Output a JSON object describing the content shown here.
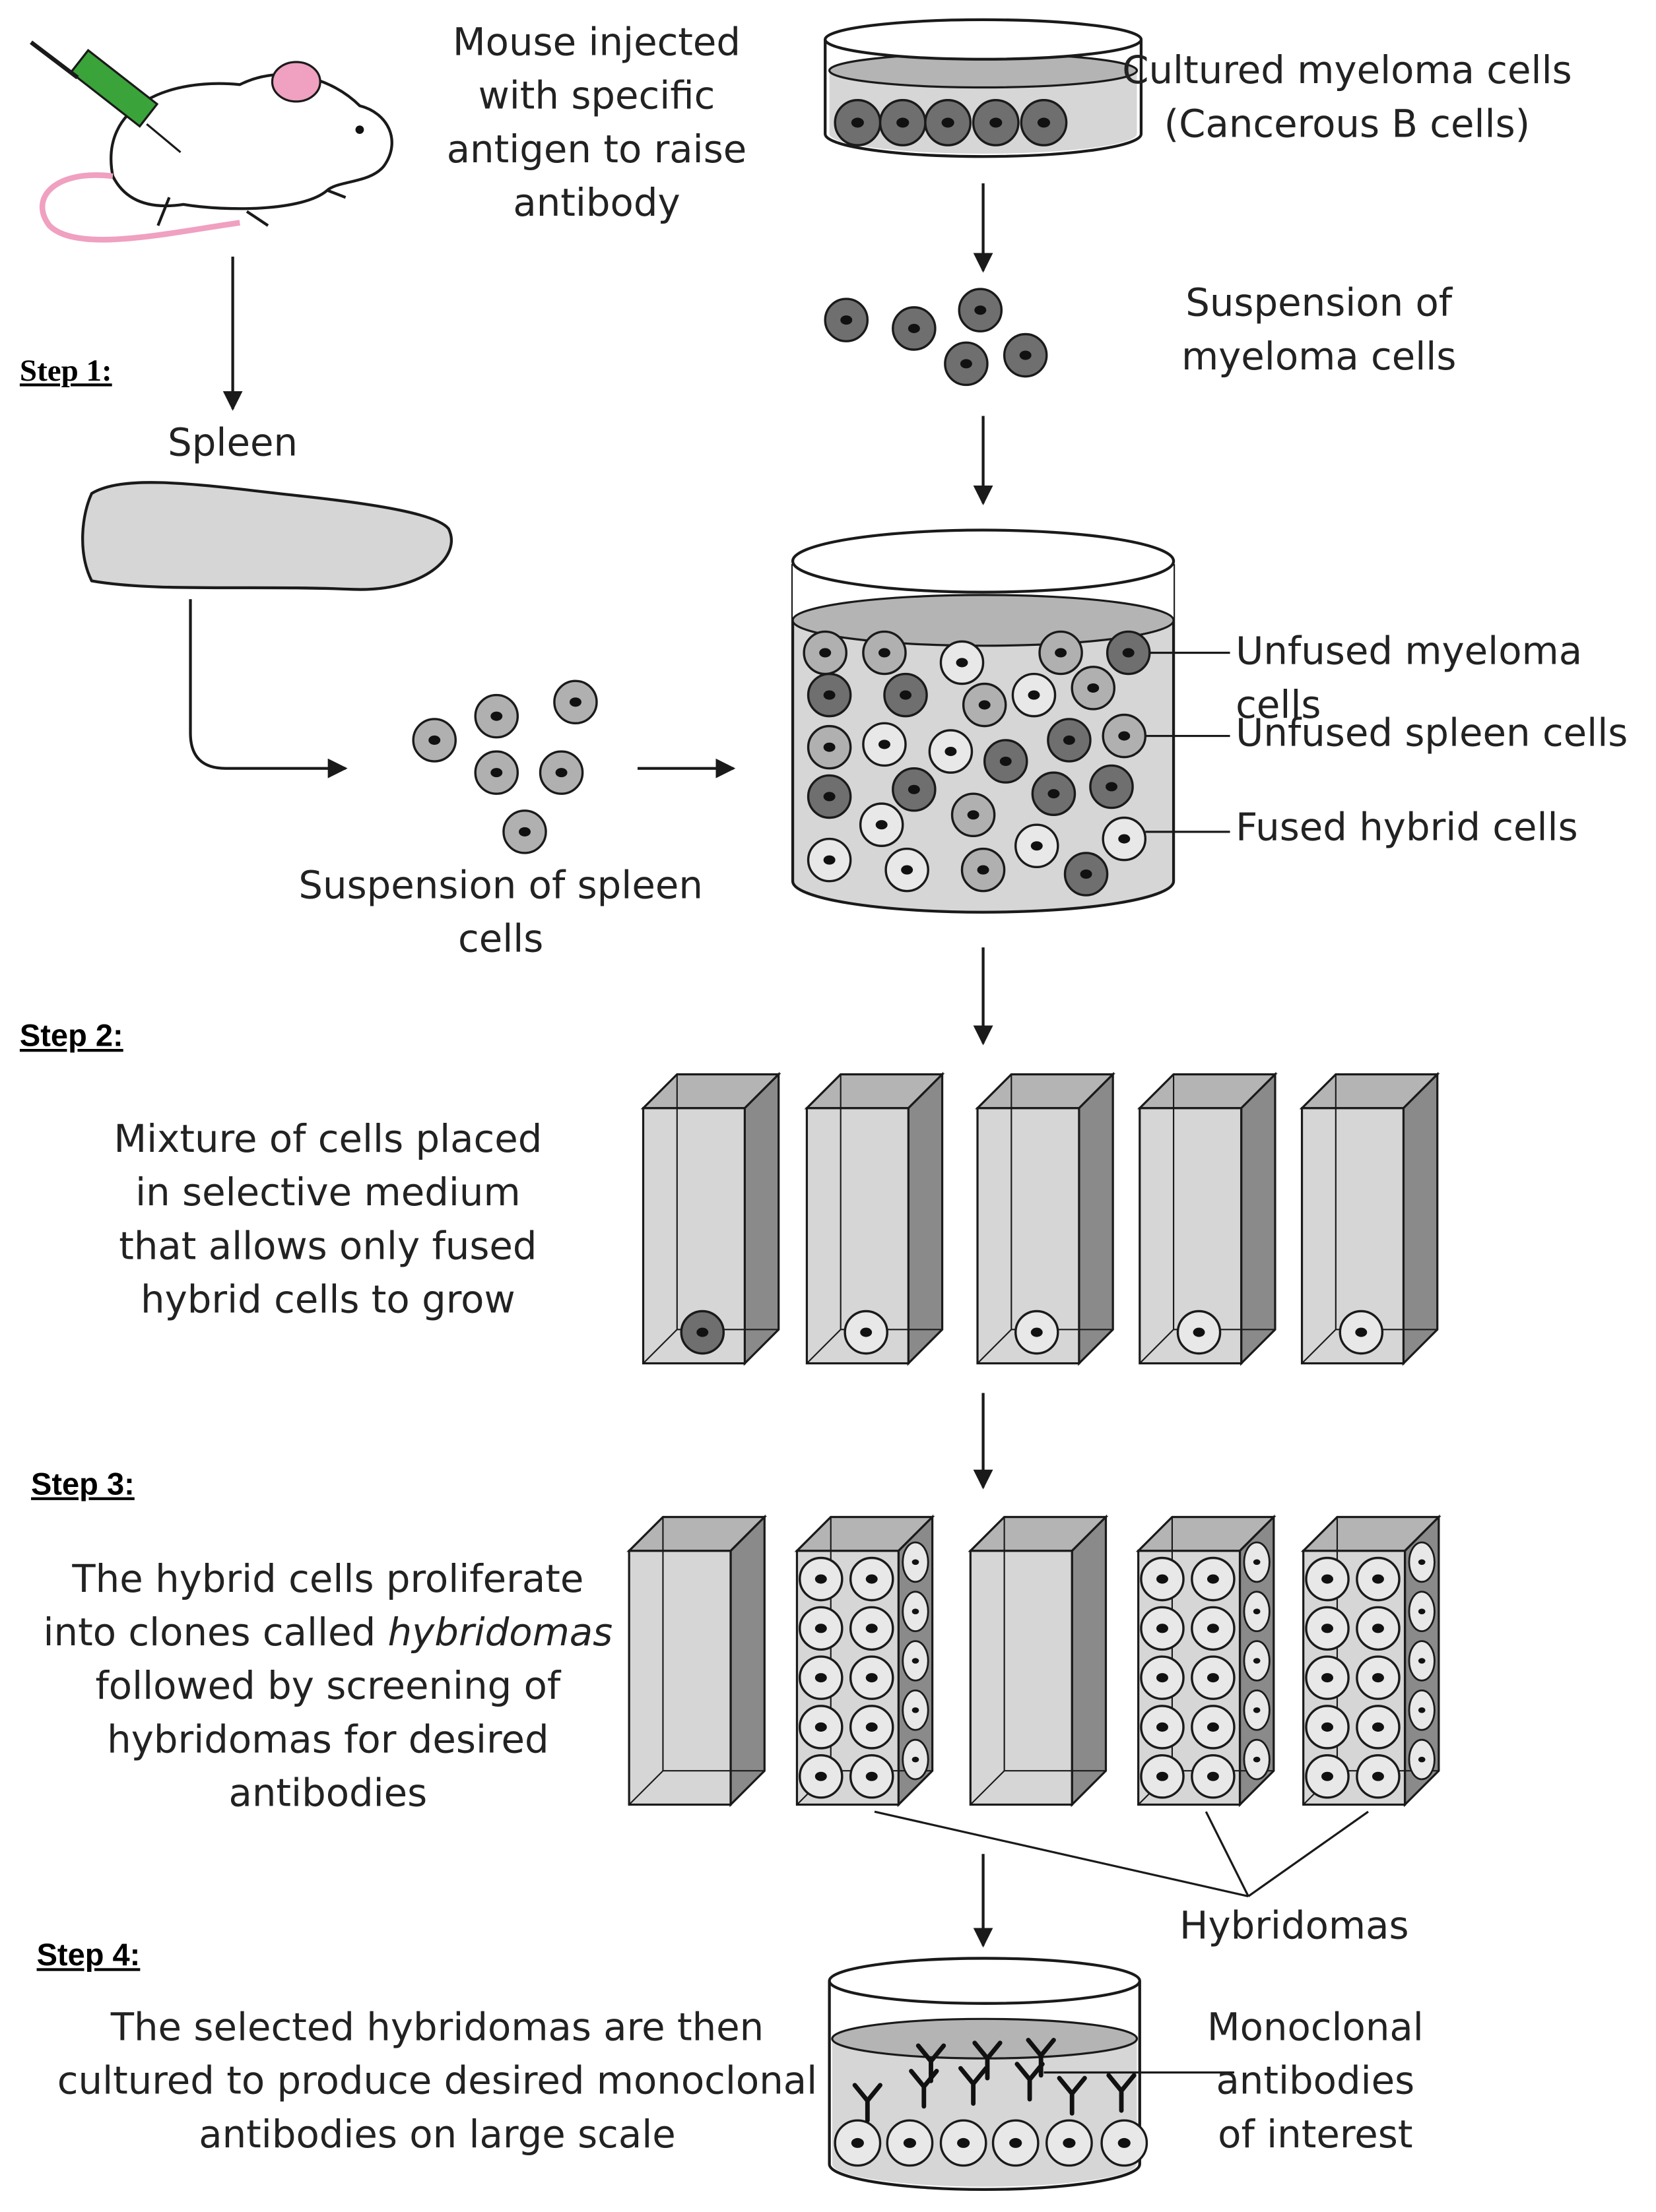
{
  "colors": {
    "line": "#1a1a1a",
    "fill_light": "#d6d6d6",
    "fill_mid": "#b4b4b4",
    "fill_dark": "#8a8a8a",
    "cell_dark": "#6f6f6f",
    "cell_mid": "#b0b0b0",
    "cell_light": "#e8e8e8",
    "mouse_syringe": "#3aa33a",
    "mouse_ear": "#f0a0c0"
  },
  "labels": {
    "mouse": "Mouse injected\nwith specific\nantigen to raise\nantibody",
    "myeloma_culture": "Cultured myeloma cells\n(Cancerous B cells)",
    "myeloma_suspension": "Suspension of\nmyeloma cells",
    "spleen": "Spleen",
    "spleen_suspension": "Suspension of spleen\ncells",
    "unfused_myeloma": "Unfused myeloma cells",
    "unfused_spleen": "Unfused spleen cells",
    "fused_hybrid": "Fused hybrid cells",
    "step2_text": "Mixture of cells placed\nin selective medium\nthat allows only fused\nhybrid cells to grow",
    "step3_text_line1": "The hybrid cells proliferate",
    "step3_text_line2a": "into clones called ",
    "step3_text_line2b": "hybridomas",
    "step3_text_rest": "followed by screening of\nhybridomas for desired\nantibodies",
    "hybridomas": "Hybridomas",
    "step4_text": "The selected hybridomas are then\ncultured to produce desired monoclonal\nantibodies on large scale",
    "monoclonal": "Monoclonal\nantibodies\nof interest"
  },
  "steps": {
    "s1": "Step 1:",
    "s2": "Step 2:",
    "s3": "Step 3:",
    "s4": "Step 4:"
  }
}
